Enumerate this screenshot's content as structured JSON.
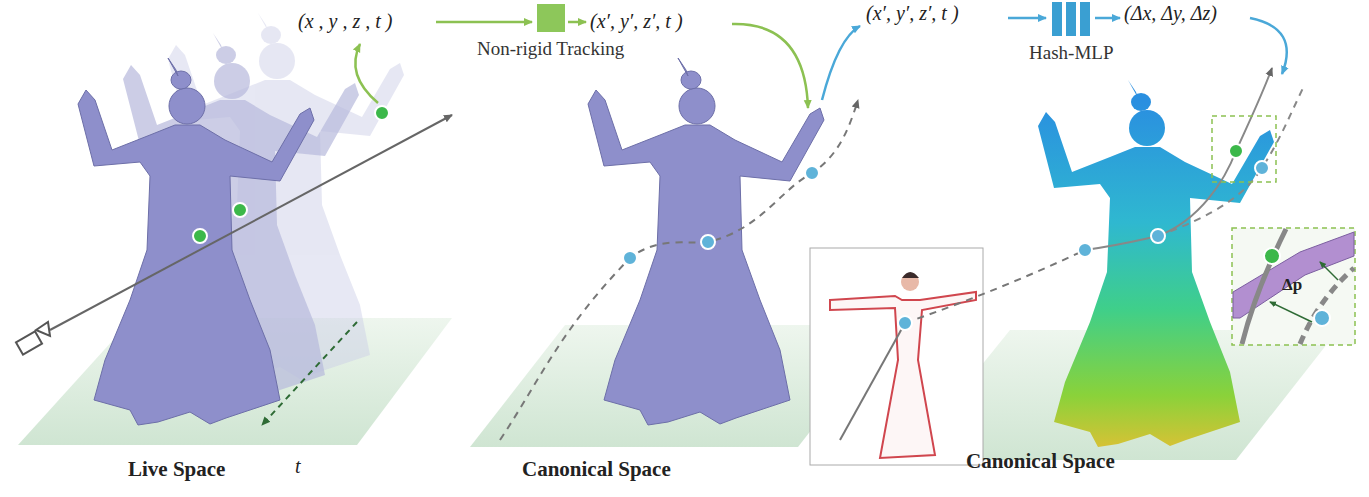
{
  "diagram": {
    "nodes": [
      {
        "text": [
          "Non-rigid Tracking"
        ]
      },
      {
        "text": [
          "Hash-MLP"
        ]
      }
    ],
    "labels": [
      "(x , y , z , t )",
      "(x′, y′, z′, t )",
      "(x′, y′, z′, t )",
      "(Δx, Δy, Δz)",
      "Live Space",
      "t",
      "Canonical Space",
      "Canonical Space",
      "Δp"
    ]
  }
}
